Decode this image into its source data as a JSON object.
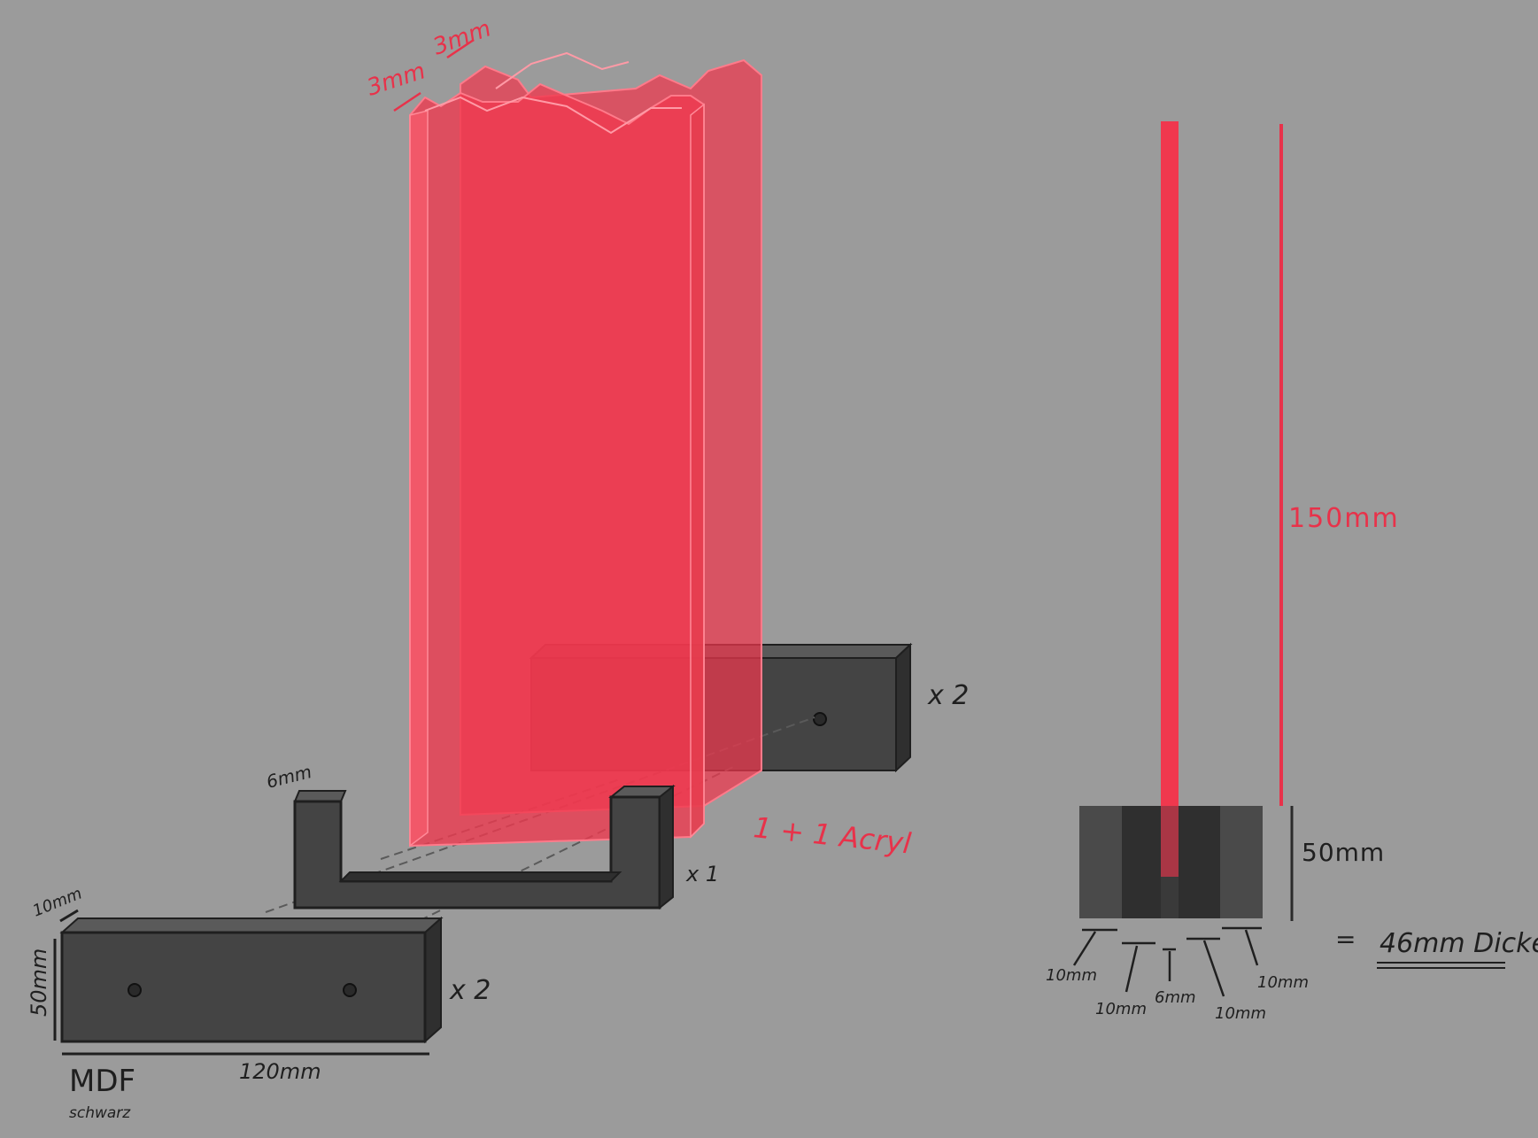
{
  "colors": {
    "background": "#9b9b9b",
    "acrylic": "#f0384e",
    "acrylic_edge": "#ff6b7b",
    "mdf": "#444444",
    "mdf_dark": "#2f2f2f",
    "ink": "#1f1f1f",
    "red_ink": "#e8324a"
  },
  "labels": {
    "acrylic_thickness_a": "3mm",
    "acrylic_thickness_b": "3mm",
    "acrylic_count": "1 + 1 Acryl",
    "back_block_count": "x 2",
    "spacer_count": "x 1",
    "spacer_width": "6mm",
    "front_block_count": "x 2",
    "block_depth": "10mm",
    "block_height": "50mm",
    "block_length": "120mm",
    "material": "MDF",
    "material_color": "schwarz",
    "side_height_acrylic": "150mm",
    "side_height_base": "50mm",
    "seg_1": "10mm",
    "seg_2": "10mm",
    "seg_3": "6mm",
    "seg_4": "10mm",
    "seg_5": "10mm",
    "equals": "=",
    "total_thickness": "46mm Dicke"
  }
}
